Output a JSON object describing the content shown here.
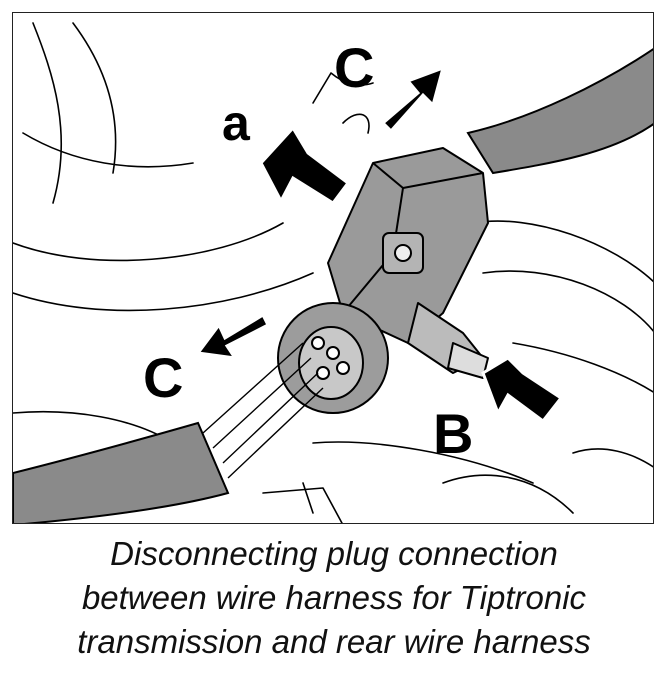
{
  "figure": {
    "labels": {
      "a": "a",
      "c_top": "C",
      "c_bottom": "C",
      "b": "B"
    }
  },
  "caption": {
    "line1": "Disconnecting plug connection",
    "line2": "between wire harness for Tiptronic",
    "line3": "transmission and rear wire harness"
  }
}
